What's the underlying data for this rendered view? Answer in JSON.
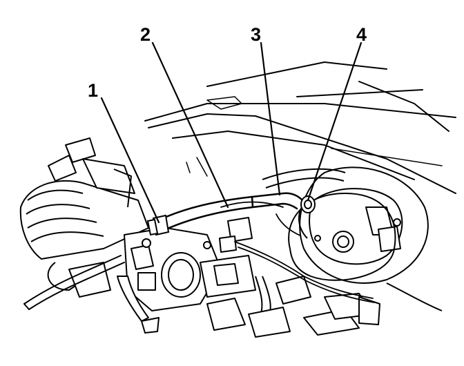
{
  "callouts": [
    {
      "label": "1"
    },
    {
      "label": "2"
    },
    {
      "label": "3"
    },
    {
      "label": "4"
    }
  ],
  "colors": {
    "ink": "#000000",
    "paper": "#ffffff"
  }
}
